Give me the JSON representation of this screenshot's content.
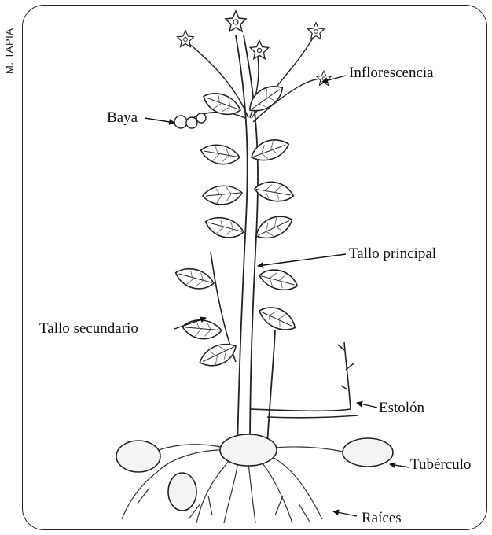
{
  "credit": "M. TAPIA",
  "labels": {
    "baya": "Baya",
    "inflorescencia": "Inflorescencia",
    "tallo_principal": "Tallo principal",
    "tallo_secundario": "Tallo secundario",
    "estolon": "Estolón",
    "tuberculo": "Tubérculo",
    "raices": "Raíces"
  },
  "colors": {
    "ink": "#1a1a1a",
    "tuber": "#f4f4f4"
  }
}
